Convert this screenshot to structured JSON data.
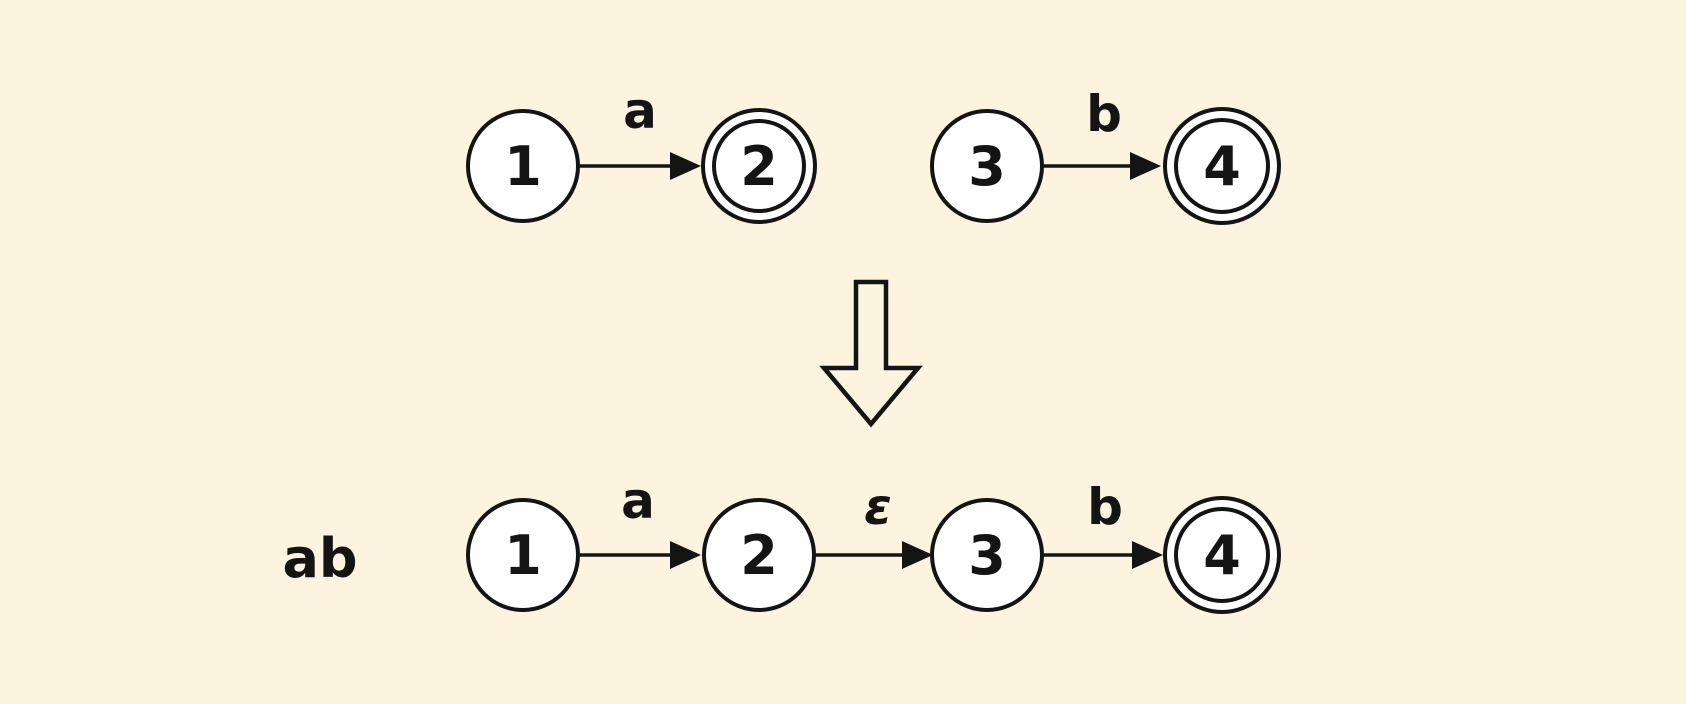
{
  "colors": {
    "background": "#FCF4DF",
    "stroke": "#141414",
    "state_fill": "#FFFFFF"
  },
  "top_machines": [
    {
      "states": [
        {
          "label": "1",
          "accepting": false
        },
        {
          "label": "2",
          "accepting": true
        }
      ],
      "transition_label": "a"
    },
    {
      "states": [
        {
          "label": "3",
          "accepting": false
        },
        {
          "label": "4",
          "accepting": true
        }
      ],
      "transition_label": "b"
    }
  ],
  "result_machine": {
    "expression_label": "ab",
    "states": [
      {
        "label": "1",
        "accepting": false
      },
      {
        "label": "2",
        "accepting": false
      },
      {
        "label": "3",
        "accepting": false
      },
      {
        "label": "4",
        "accepting": true
      }
    ],
    "transition_labels": [
      "a",
      "ε",
      "b"
    ]
  }
}
